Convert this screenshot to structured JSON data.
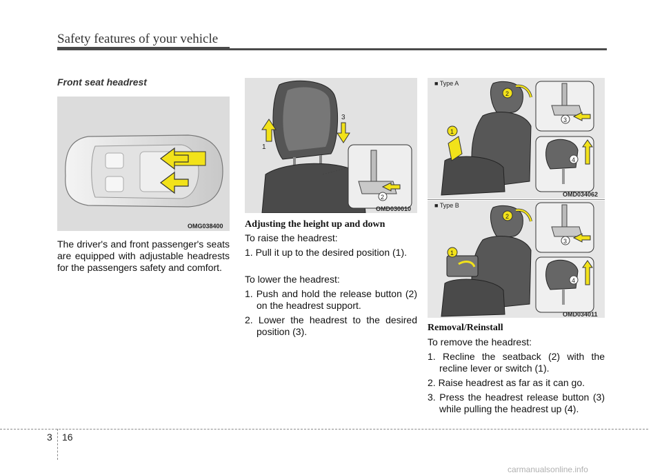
{
  "header": {
    "title": "Safety features of your vehicle"
  },
  "section": {
    "title": "Front seat headrest"
  },
  "figures": {
    "car": {
      "code": "OMG038400"
    },
    "headrest": {
      "code": "OMD030010",
      "label_1": "1",
      "label_2": "2",
      "label_3": "3"
    },
    "type_a": {
      "label": "■ Type A",
      "code": "OMD034062",
      "label_1": "1",
      "label_2": "2",
      "label_3": "3",
      "label_4": "4"
    },
    "type_b": {
      "label": "■ Type B",
      "code": "OMD034011",
      "label_1": "1",
      "label_2": "2",
      "label_3": "3",
      "label_4": "4"
    }
  },
  "intro": "The driver's and front passenger's seats are equipped with adjustable headrests for the passengers safety and comfort.",
  "adjust": {
    "heading": "Adjusting the height up and down",
    "raise_intro": "To raise the headrest:",
    "raise_steps": [
      "1. Pull it up to the desired position (1)."
    ],
    "lower_intro": "To lower the headrest:",
    "lower_steps": [
      "1. Push and hold the release button (2) on the headrest support.",
      "2. Lower the headrest to the desired position (3)."
    ]
  },
  "removal": {
    "heading": "Removal/Reinstall",
    "intro": "To remove the headrest:",
    "steps": [
      "1. Recline the seatback (2) with the recline lever or switch (1).",
      "2. Raise headrest as far as it can go.",
      "3. Press the headrest release button (3) while pulling the headrest up (4)."
    ]
  },
  "footer": {
    "chapter": "3",
    "page": "16",
    "watermark": "carmanualsonline.info"
  },
  "colors": {
    "arrow_yellow": "#f2e21a",
    "rule": "#4a4a4a"
  }
}
